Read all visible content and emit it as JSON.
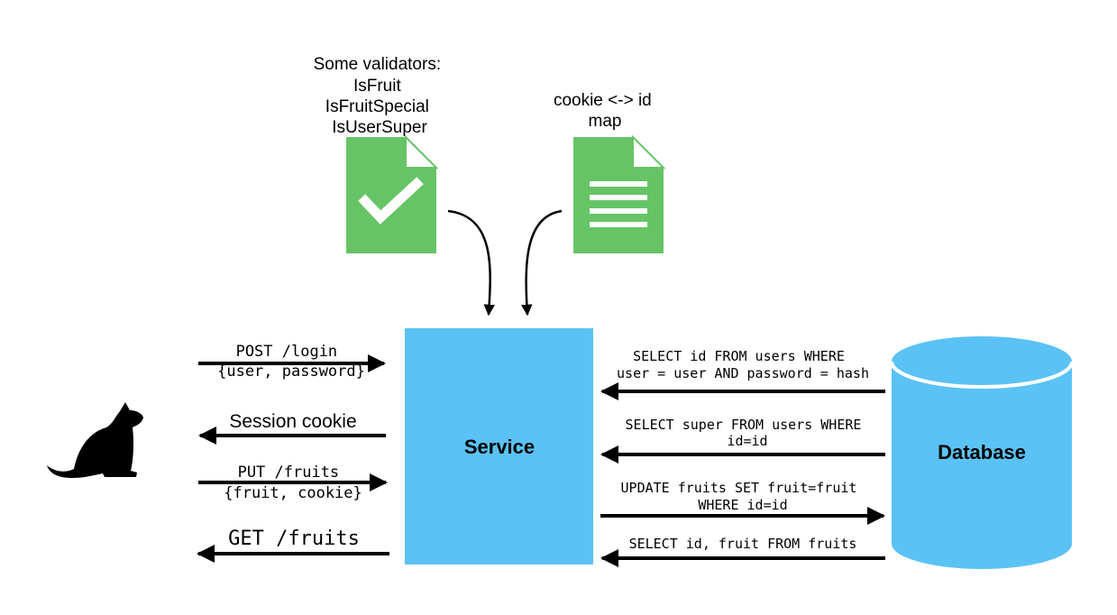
{
  "validators_note": {
    "lines": [
      "Some validators:",
      "IsFruit",
      "IsFruitSpecial",
      "IsUserSuper"
    ]
  },
  "map_note": {
    "lines": [
      "cookie <-> id",
      "map"
    ]
  },
  "service": {
    "label": "Service"
  },
  "database": {
    "label": "Database"
  },
  "client_arrows": [
    {
      "lines": [
        "POST /login",
        "{user, password}"
      ],
      "direction": "to-service"
    },
    {
      "lines": [
        "Session cookie"
      ],
      "direction": "to-client"
    },
    {
      "lines": [
        "PUT /fruits",
        "{fruit, cookie}"
      ],
      "direction": "to-service"
    },
    {
      "lines": [
        "GET /fruits"
      ],
      "direction": "to-client"
    }
  ],
  "db_arrows": [
    {
      "lines": [
        "SELECT id FROM users WHERE",
        "user = user AND password = hash"
      ],
      "direction": "to-service"
    },
    {
      "lines": [
        "SELECT super FROM users WHERE",
        "id=id"
      ],
      "direction": "to-service"
    },
    {
      "lines": [
        "UPDATE fruits SET fruit=fruit",
        "WHERE id=id"
      ],
      "direction": "to-database"
    },
    {
      "lines": [
        "SELECT id, fruit FROM fruits"
      ],
      "direction": "to-service"
    }
  ],
  "icons": {
    "client": "cat-icon",
    "validators": "document-check-icon",
    "map": "document-lines-icon"
  },
  "colors": {
    "document": "#66c466",
    "service": "#5bc2f5",
    "database": "#5bc2f5",
    "arrow": "#000000"
  }
}
